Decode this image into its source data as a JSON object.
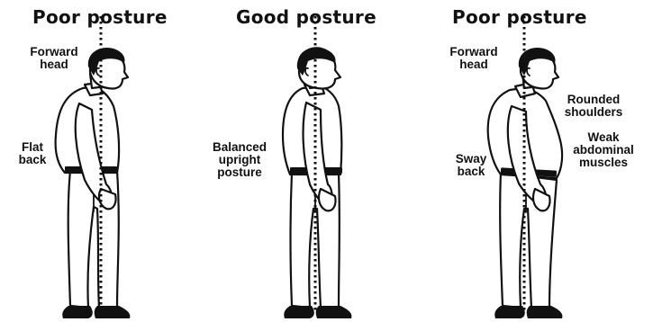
{
  "panels": [
    {
      "title": "Poor posture",
      "labels": [
        {
          "line1": "Forward",
          "line2": "head"
        },
        {
          "line1": "Flat",
          "line2": "back"
        }
      ]
    },
    {
      "title": "Good posture",
      "labels": [
        {
          "line1": "Balanced",
          "line2": "upright",
          "line3": "posture"
        }
      ]
    },
    {
      "title": "Poor posture",
      "labels": [
        {
          "line1": "Forward",
          "line2": "head"
        },
        {
          "line1": "Rounded",
          "line2": "shoulders"
        },
        {
          "line1": "Weak",
          "line2": "abdominal",
          "line3": "muscles"
        },
        {
          "line1": "Sway",
          "line2": "back"
        }
      ]
    }
  ]
}
